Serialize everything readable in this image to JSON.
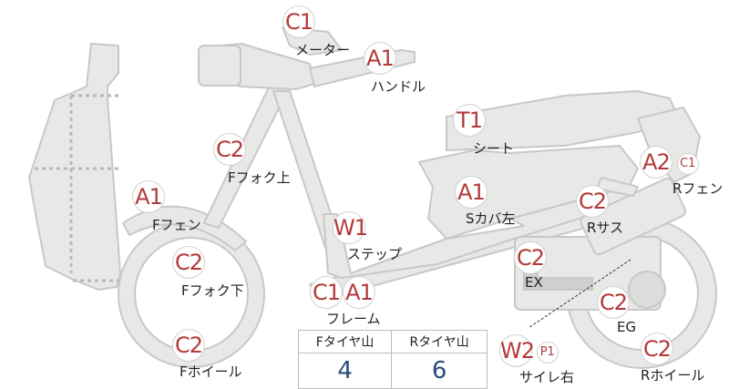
{
  "parts": {
    "meter": {
      "badge": "C1",
      "label": "メーター"
    },
    "handle": {
      "badge": "A1",
      "label": "ハンドル"
    },
    "seat": {
      "badge": "T1",
      "label": "シート"
    },
    "fork_upper": {
      "badge": "C2",
      "label": "Fフォク上"
    },
    "f_fender": {
      "badge": "A1",
      "label": "Fフェン"
    },
    "step": {
      "badge": "W1",
      "label": "ステップ"
    },
    "s_cover_left": {
      "badge": "A1",
      "label": "Sカバ左"
    },
    "r_fender": {
      "badge": "A2",
      "badge2": "C1",
      "label": "Rフェン"
    },
    "r_sus": {
      "badge": "C2",
      "label": "Rサス"
    },
    "ex": {
      "badge": "C2",
      "label": "EX"
    },
    "fork_lower": {
      "badge": "C2",
      "label": "Fフォク下"
    },
    "frame": {
      "badge": "C1",
      "badge2": "A1",
      "label": "フレーム"
    },
    "eg": {
      "badge": "C2",
      "label": "EG"
    },
    "f_wheel": {
      "badge": "C2",
      "label": "Fホイール"
    },
    "side_right": {
      "badge": "W2",
      "badge2": "P1",
      "label": "サイレ右"
    },
    "r_wheel": {
      "badge": "C2",
      "label": "Rホイール"
    }
  },
  "tread": {
    "front_header": "Fタイヤ山",
    "rear_header": "Rタイヤ山",
    "front_value": "4",
    "rear_value": "6"
  },
  "colors": {
    "body_fill": "#e8e8e6",
    "body_stroke": "#c8c8c6",
    "badge_text": "#b33a3a",
    "tread_value": "#2c4a7a"
  }
}
